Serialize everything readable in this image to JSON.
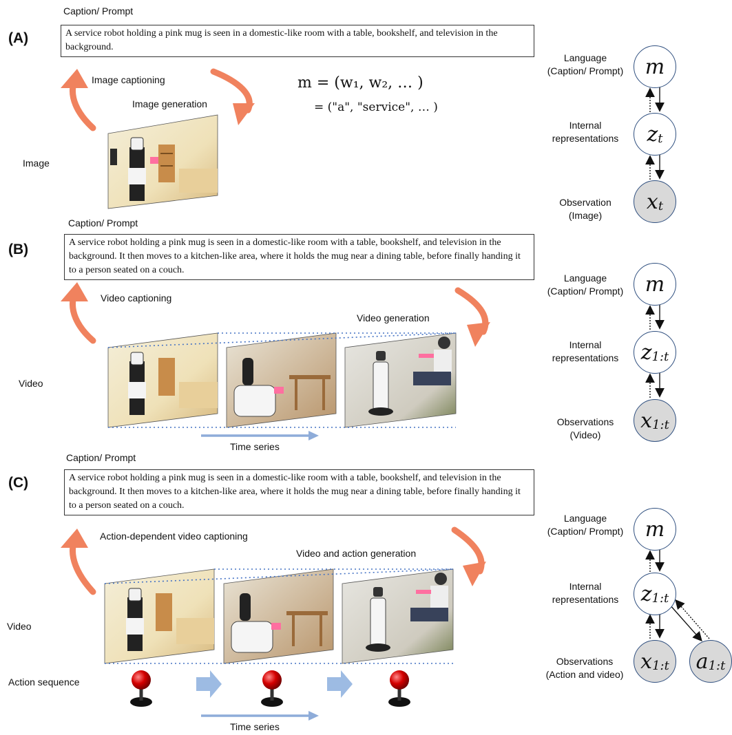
{
  "panelA": {
    "letter": "(A)",
    "caption_title": "Caption/ Prompt",
    "caption_text": "A service robot holding a pink mug is seen in a domestic-like room with a table, bookshelf, and television in the background.",
    "captioning_label": "Image captioning",
    "generation_label": "Image generation",
    "left_label": "Image",
    "formula_line1": "m = (w₁, w₂, … )",
    "formula_line2": "= (\"a\", \"service\", … )",
    "graph": {
      "language_label_1": "Language",
      "language_label_2": "(Caption/ Prompt)",
      "internal_label_1": "Internal",
      "internal_label_2": "representations",
      "obs_label_1": "Observation",
      "obs_label_2": "(Image)",
      "m": "m",
      "z": "z",
      "z_sub": "t",
      "x": "x",
      "x_sub": "t"
    }
  },
  "panelB": {
    "letter": "(B)",
    "caption_title": "Caption/ Prompt",
    "caption_text": "A service robot holding a pink mug is seen in a domestic-like room with a table, bookshelf, and television in the background. It then moves to a kitchen-like area, where it holds the mug near a dining table, before finally handing it to a person seated on a couch.",
    "captioning_label": "Video captioning",
    "generation_label": "Video generation",
    "left_label": "Video",
    "time_label": "Time series",
    "graph": {
      "language_label_1": "Language",
      "language_label_2": "(Caption/ Prompt)",
      "internal_label_1": "Internal",
      "internal_label_2": "representations",
      "obs_label_1": "Observations",
      "obs_label_2": "(Video)",
      "m": "m",
      "z": "z",
      "z_sub": "1:t",
      "x": "x",
      "x_sub": "1:t"
    }
  },
  "panelC": {
    "letter": "(C)",
    "caption_title": "Caption/ Prompt",
    "caption_text": "A service robot holding a pink mug is seen in a domestic-like room with a table, bookshelf, and television in the background. It then moves to a kitchen-like area, where it holds the mug near a dining table, before finally handing it to a person seated on a couch.",
    "captioning_label": "Action-dependent video captioning",
    "generation_label": "Video and action generation",
    "left_label": "Video",
    "action_label": "Action sequence",
    "time_label": "Time series",
    "graph": {
      "language_label_1": "Language",
      "language_label_2": "(Caption/ Prompt)",
      "internal_label_1": "Internal",
      "internal_label_2": "representations",
      "obs_label_1": "Observations",
      "obs_label_2": "(Action and video)",
      "m": "m",
      "z": "z",
      "z_sub": "1:t",
      "x": "x",
      "x_sub": "1:t",
      "a": "a",
      "a_sub": "1:t"
    }
  },
  "colors": {
    "curved_arrow": "#f0825e",
    "time_arrow": "#8eacd9",
    "dotted_frame": "#4472c4",
    "node_stroke": "#2f4f7f",
    "obs_fill": "#d9d9d9"
  }
}
